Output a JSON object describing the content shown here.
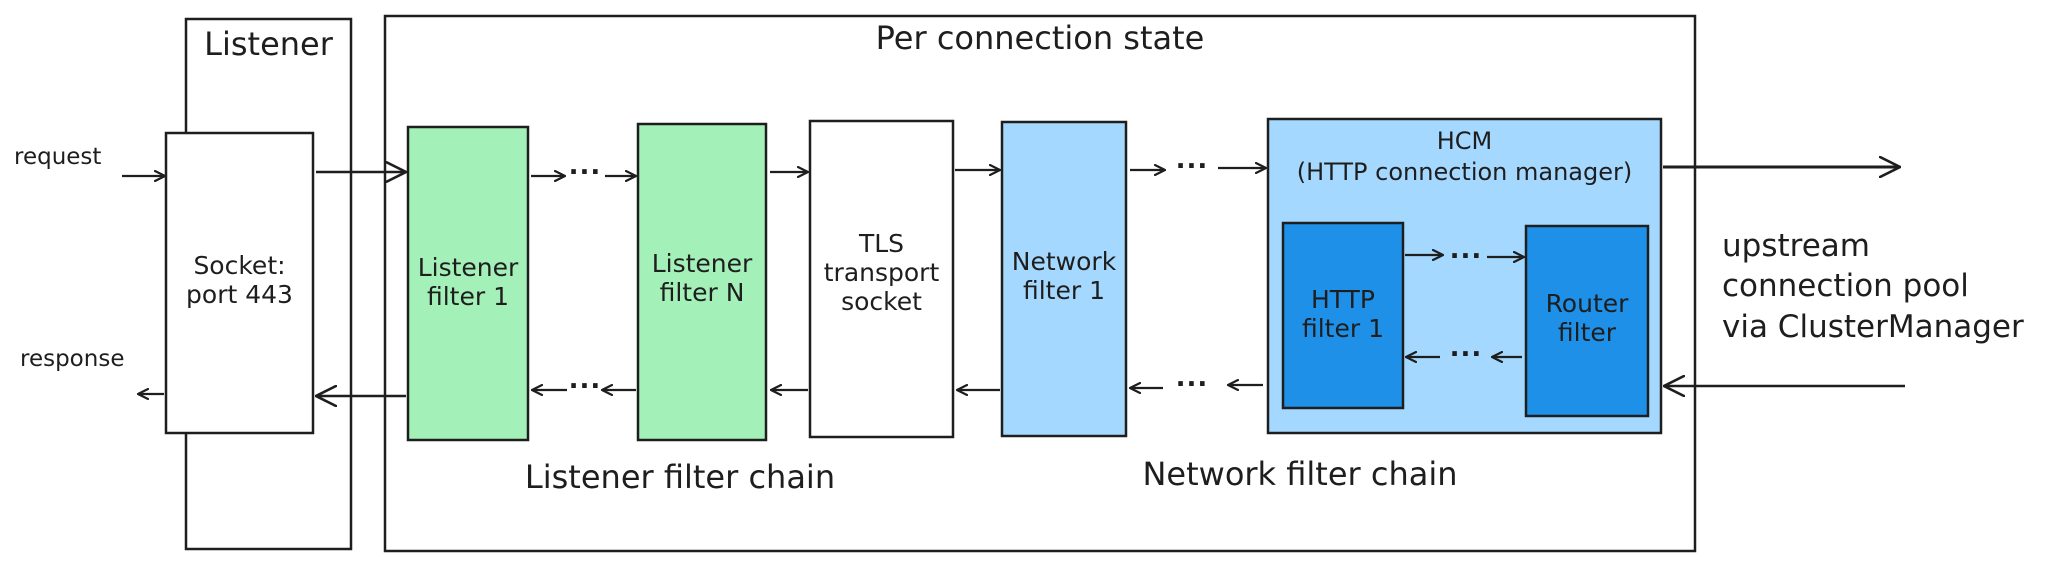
{
  "title": "Per connection state",
  "listener": "Listener",
  "io": {
    "request": "request",
    "response": "response"
  },
  "socket": {
    "line1": "Socket:",
    "line2": "port 443"
  },
  "listener_filter_1": {
    "line1": "Listener",
    "line2": "filter 1"
  },
  "listener_filter_n": {
    "line1": "Listener",
    "line2": "filter N"
  },
  "tls": {
    "line1": "TLS",
    "line2": "transport",
    "line3": "socket"
  },
  "network_filter_1": {
    "line1": "Network",
    "line2": "filter 1"
  },
  "hcm": {
    "line1": "HCM",
    "line2": "(HTTP connection manager)"
  },
  "http_filter_1": {
    "line1": "HTTP",
    "line2": "filter 1"
  },
  "router_filter": {
    "line1": "Router",
    "line2": "filter"
  },
  "ellipsis": "...",
  "listener_filter_chain": "Listener filter chain",
  "network_filter_chain": "Network filter chain",
  "upstream": {
    "line1": "upstream",
    "line2": "connection pool",
    "line3": "via ClusterManager"
  },
  "colors": {
    "stroke": "#1e1e1e",
    "listener_filter_fill": "#a3f0b8",
    "network_filter_fill": "#a5d8ff",
    "http_filter_fill": "#1e90e8",
    "background": "#ffffff"
  }
}
